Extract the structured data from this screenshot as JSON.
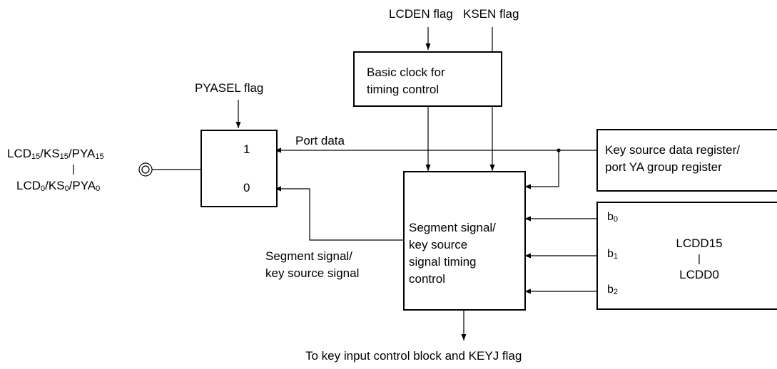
{
  "flags": {
    "lcden": "LCDEN flag",
    "ksen": "KSEN flag",
    "pyasel": "PYASEL flag"
  },
  "clock_box": {
    "line1": "Basic clock for",
    "line2": "timing control"
  },
  "switch": {
    "input_1": "1",
    "input_0": "0"
  },
  "pin": {
    "top": {
      "a": "LCD",
      "a_sub": "15",
      "b": "/KS",
      "b_sub": "15",
      "c": "/PYA",
      "c_sub": "15"
    },
    "mid": "|",
    "bottom": {
      "a": "LCD",
      "a_sub": "0",
      "b": "/KS",
      "b_sub": "0",
      "c": "/PYA",
      "c_sub": "0"
    }
  },
  "port_data": "Port data",
  "key_source_box": {
    "line1": "Key source data register/",
    "line2": "port YA group register"
  },
  "timing_box": {
    "line1": "Segment signal/",
    "line2": "key source",
    "line3": "signal timing",
    "line4": "control"
  },
  "segment_label": {
    "line1": "Segment signal/",
    "line2": "key source signal"
  },
  "lcdd_box": {
    "bits": [
      {
        "b": "b",
        "sub": "0"
      },
      {
        "b": "b",
        "sub": "1"
      },
      {
        "b": "b",
        "sub": "2"
      }
    ],
    "line1": "LCDD15",
    "line2": "|",
    "line3": "LCDD0"
  },
  "output_label": "To key input control block and KEYJ flag"
}
